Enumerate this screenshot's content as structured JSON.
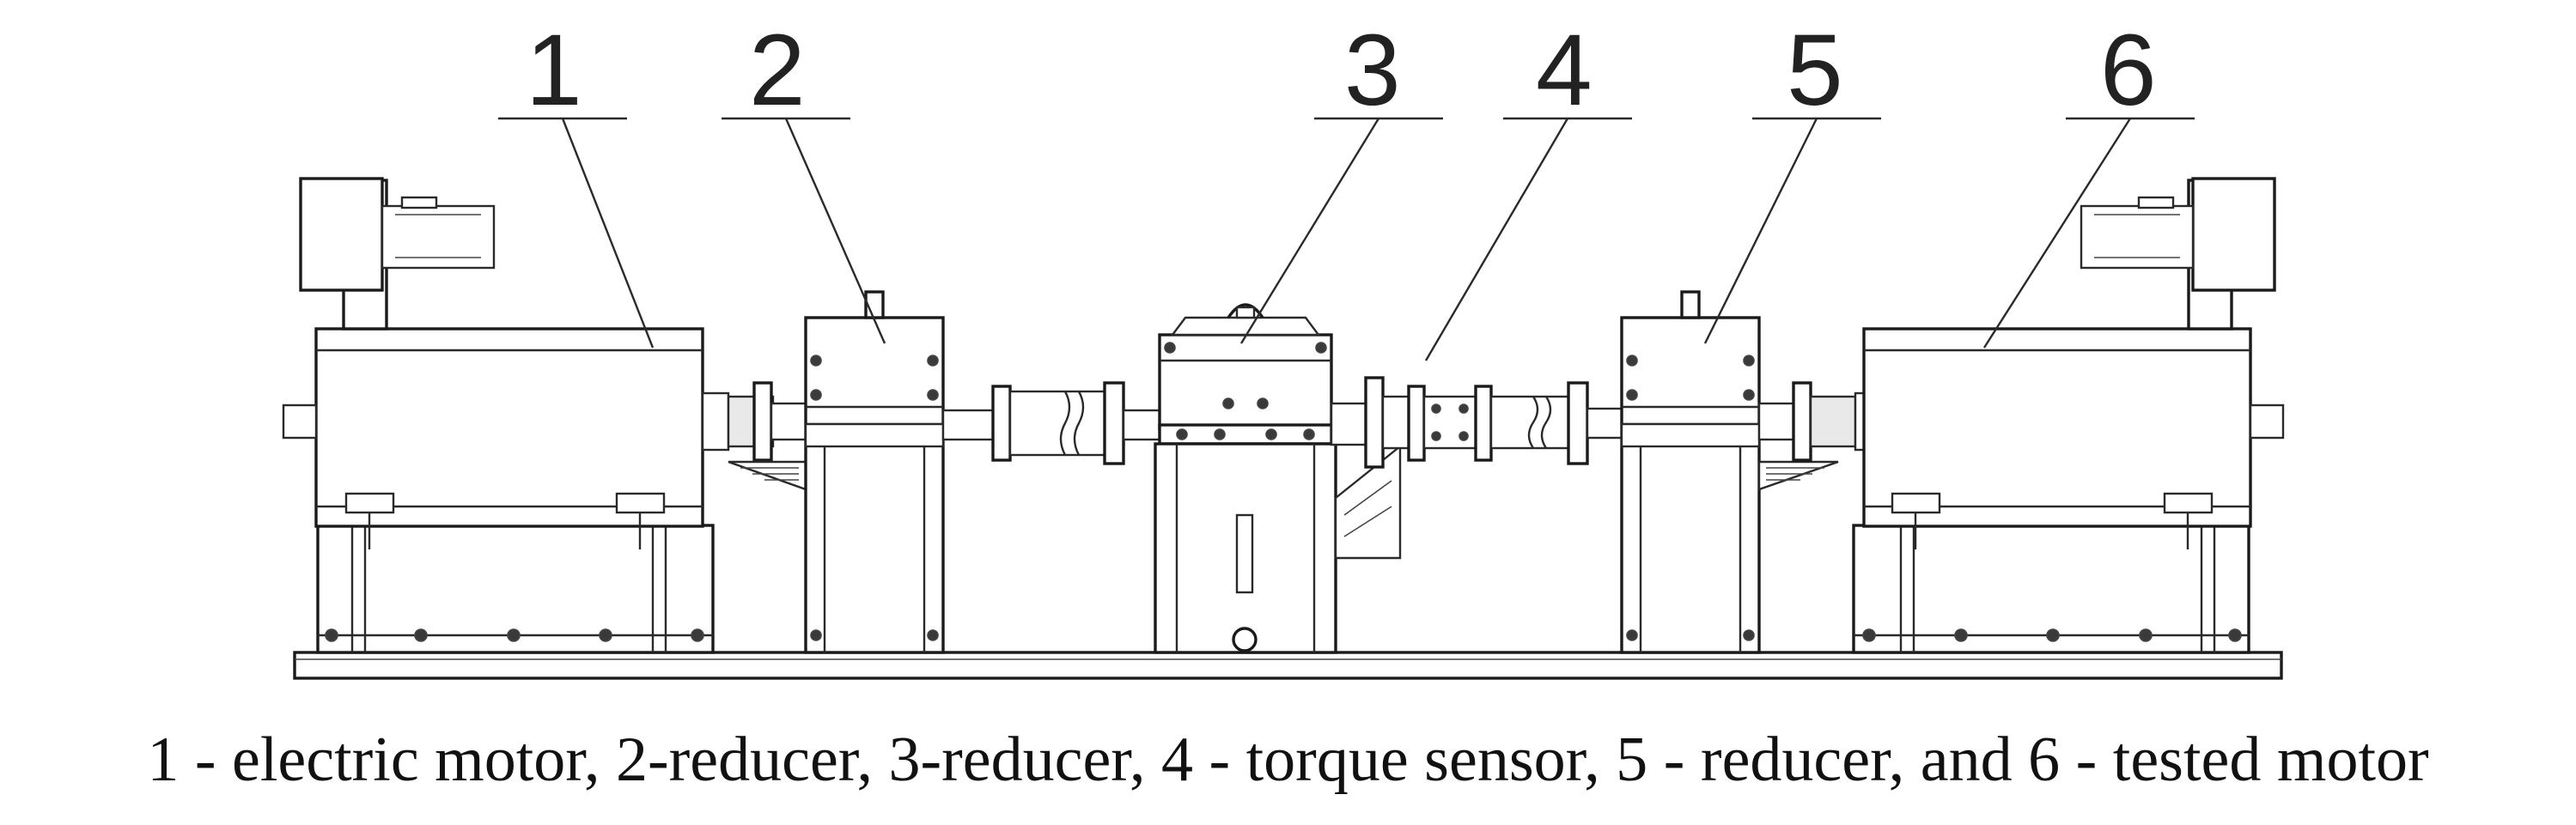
{
  "labels": [
    {
      "id": "1",
      "text": "1"
    },
    {
      "id": "2",
      "text": "2"
    },
    {
      "id": "3",
      "text": "3"
    },
    {
      "id": "4",
      "text": "4"
    },
    {
      "id": "5",
      "text": "5"
    },
    {
      "id": "6",
      "text": "6"
    }
  ],
  "caption": "1 - electric motor, 2-reducer, 3-reducer, 4 - torque sensor, 5 - reducer, and 6 - tested motor"
}
